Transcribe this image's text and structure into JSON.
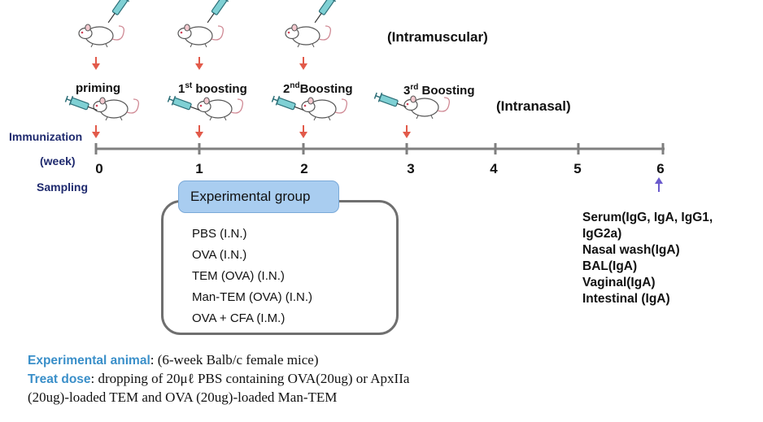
{
  "routes": {
    "intramuscular": "(Intramuscular)",
    "intranasal": "(Intranasal)"
  },
  "stages": {
    "priming": "priming",
    "boost1_num": "1",
    "boost1_sup": "st",
    "boost1_text": " boosting",
    "boost2_num": "2",
    "boost2_sup": "nd",
    "boost2_text": "Boosting",
    "boost3_num": "3",
    "boost3_sup": "rd",
    "boost3_text": " Boosting"
  },
  "timeline": {
    "immunization_label": "Immunization",
    "week_label": "(week)",
    "sampling_label": "Sampling",
    "ticks": [
      "0",
      "1",
      "2",
      "3",
      "4",
      "5",
      "6"
    ]
  },
  "experimental_group": {
    "title": "Experimental group",
    "items": [
      "PBS (I.N.)",
      "OVA (I.N.)",
      "TEM (OVA) (I.N.)",
      "Man-TEM (OVA) (I.N.)",
      "OVA + CFA (I.M.)"
    ]
  },
  "sampling_items": [
    "Serum(IgG, IgA, IgG1,",
    "IgG2a)",
    "Nasal wash(IgA)",
    "BAL(IgA)",
    "Vaginal(IgA)",
    "Intestinal (IgA)"
  ],
  "notes": {
    "animal_key": "Experimental animal",
    "animal_text": ": (6-week Balb/c female mice)",
    "dose_key": "Treat dose",
    "dose_text_1": ": dropping of 20μℓ PBS containing OVA(20ug) or ApxIIa",
    "dose_text_2": "(20ug)-loaded TEM and OVA (20ug)-loaded Man-TEM"
  },
  "colors": {
    "red_arrow": "#e25a4a",
    "blue_arrow": "#6a5acd",
    "timeline": "#7f7f7f",
    "header_fill": "#a9cdf0",
    "key_blue": "#3a8fc9"
  }
}
